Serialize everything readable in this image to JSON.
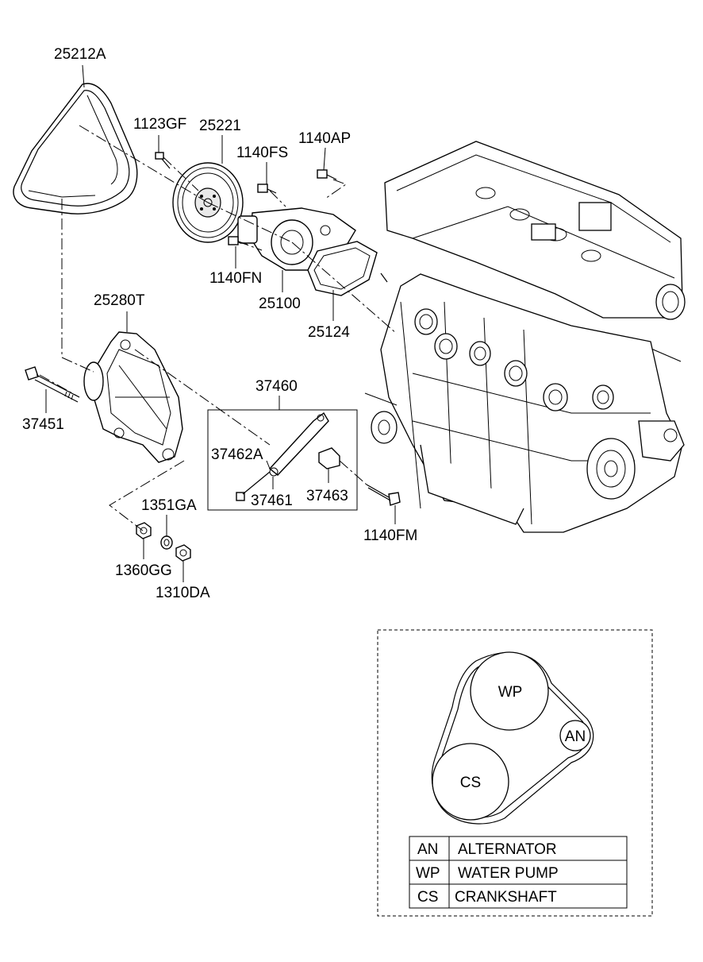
{
  "labels": {
    "belt": "25212A",
    "pulley_bolt": "1123GF",
    "pulley": "25221",
    "bolt_fs": "1140FS",
    "bolt_ap": "1140AP",
    "bolt_fn": "1140FN",
    "water_pump": "25100",
    "gasket": "25124",
    "bracket": "25280T",
    "long_bolt": "37451",
    "tensioner_assy": "37460",
    "tensioner_bolt": "37462A",
    "tensioner_rod": "37461",
    "tensioner_nut": "37463",
    "bolt_fm": "1140FM",
    "washer": "1351GA",
    "nut_gg": "1360GG",
    "nut_da": "1310DA"
  },
  "belt_layout": {
    "pulleys": {
      "wp": "WP",
      "an": "AN",
      "cs": "CS"
    },
    "legend": [
      {
        "code": "AN",
        "name": "ALTERNATOR"
      },
      {
        "code": "WP",
        "name": "WATER PUMP"
      },
      {
        "code": "CS",
        "name": "CRANKSHAFT"
      }
    ]
  }
}
